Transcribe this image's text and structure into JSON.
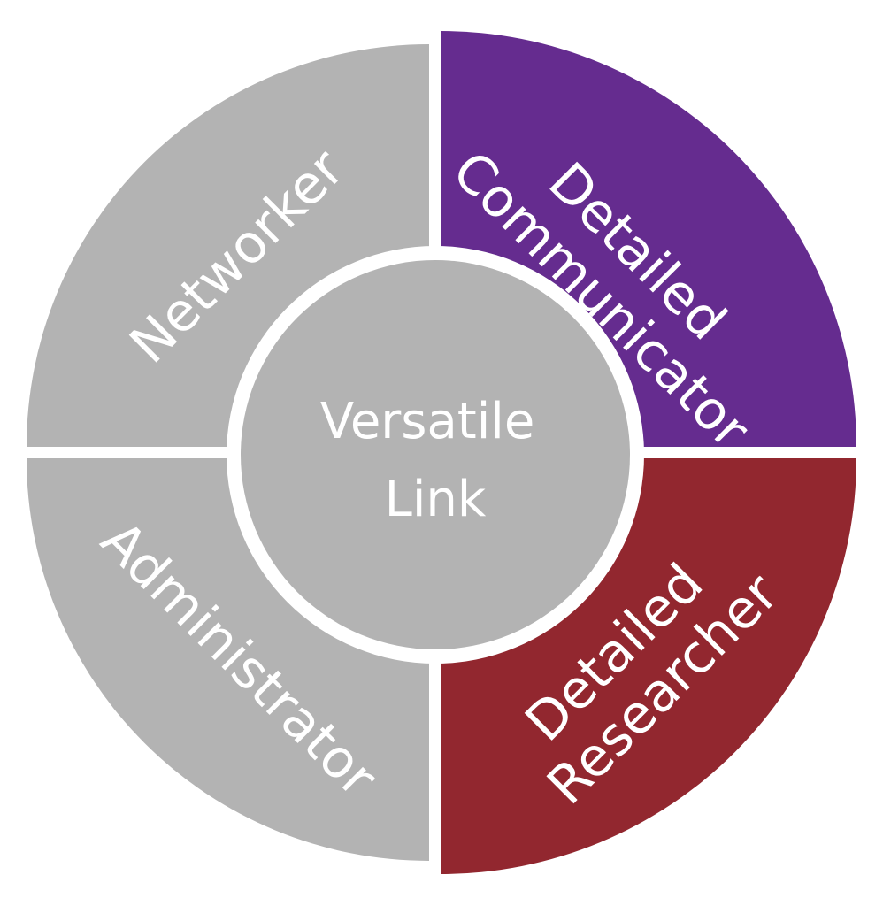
{
  "center": {
    "lines": [
      "Versatile",
      "Link"
    ],
    "color": "#b3b3b3"
  },
  "segments": [
    {
      "key": "networker",
      "lines": [
        "Networker"
      ],
      "color": "#b3b3b3"
    },
    {
      "key": "detailed-communicator",
      "lines": [
        "Detailed",
        "Communicator"
      ],
      "color": "#652c8f"
    },
    {
      "key": "detailed-researcher",
      "lines": [
        "Detailed",
        "Researcher"
      ],
      "color": "#92272f"
    },
    {
      "key": "administrator",
      "lines": [
        "Administrator"
      ],
      "color": "#b3b3b3"
    }
  ],
  "colors": {
    "background": "#ffffff",
    "text": "#ffffff",
    "divider": "#ffffff"
  }
}
